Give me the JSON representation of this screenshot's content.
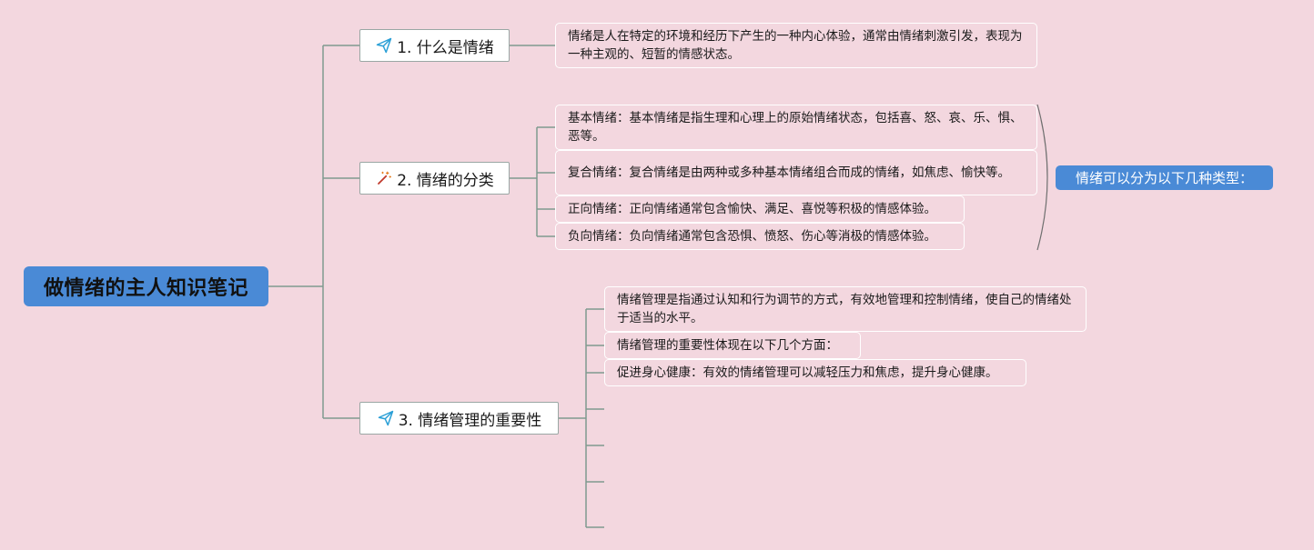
{
  "root": {
    "label": "做情绪的主人知识笔记"
  },
  "branches": [
    {
      "label": "1. 什么是情绪",
      "icon": "paper-plane-icon",
      "icon_color": "#2a9fd6"
    },
    {
      "label": "2. 情绪的分类",
      "icon": "magic-wand-icon",
      "icon_color": "#c0392b"
    },
    {
      "label": "3. 情绪管理的重要性",
      "icon": "paper-plane-icon",
      "icon_color": "#2a9fd6"
    }
  ],
  "leaves": {
    "definition": "情绪是人在特定的环境和经历下产生的一种内心体验，通常由情绪刺激引发，表现为一种主观的、短暂的情感状态。",
    "categories": [
      "基本情绪：基本情绪是指生理和心理上的原始情绪状态，包括喜、怒、哀、乐、惧、恶等。",
      "复合情绪：复合情绪是由两种或多种基本情绪组合而成的情绪，如焦虑、愉快等。",
      "正向情绪：正向情绪通常包含愉快、满足、喜悦等积极的情感体验。",
      "负向情绪：负向情绪通常包含恐惧、愤怒、伤心等消极的情感体验。"
    ],
    "management": [
      "情绪管理是指通过认知和行为调节的方式，有效地管理和控制情绪，使自己的情绪处于适当的水平。",
      "情绪管理的重要性体现在以下几个方面：",
      "促进身心健康：有效的情绪管理可以减轻压力和焦虑，提升身心健康。"
    ]
  },
  "summary": {
    "label": "情绪可以分为以下几种类型："
  },
  "colors": {
    "background": "#f3d7df",
    "root_fill": "#4a8ad6",
    "connector": "#7f9a8f",
    "branch_border": "#9aa7a4",
    "leaf_border": "#ffffff"
  }
}
